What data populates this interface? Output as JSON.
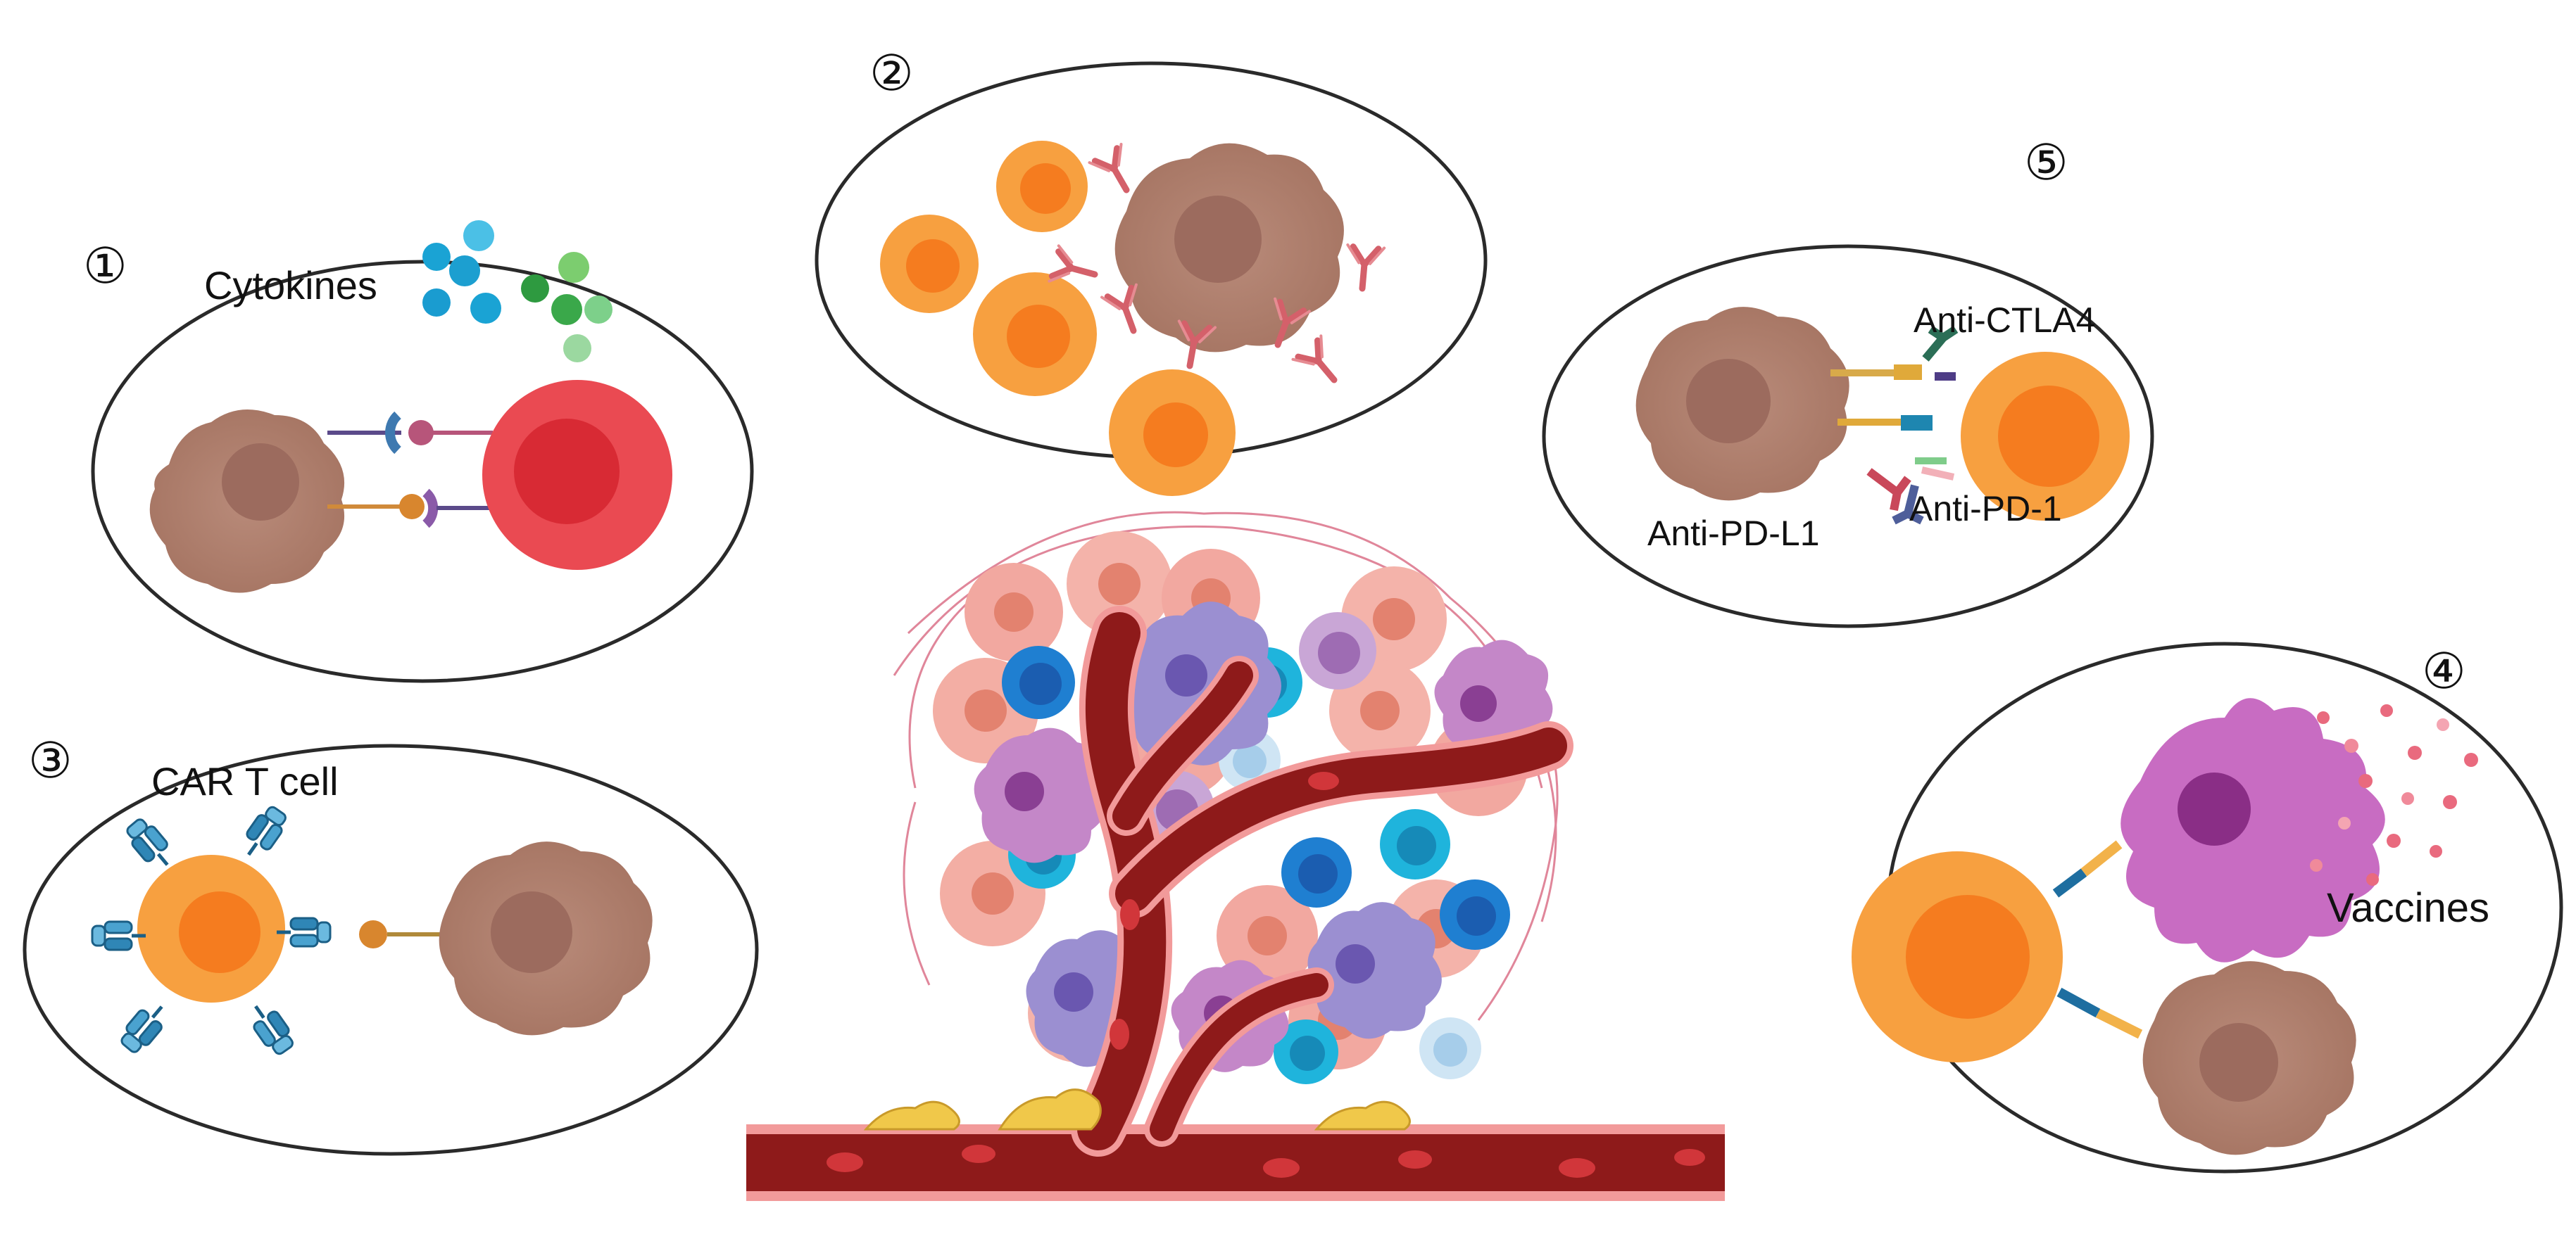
{
  "panels": {
    "p1": {
      "number": "①",
      "label": "Cytokines"
    },
    "p2": {
      "number": "②"
    },
    "p3": {
      "number": "③",
      "label": "CAR T cell"
    },
    "p4": {
      "number": "④",
      "label": "Vaccines"
    },
    "p5": {
      "number": "⑤",
      "label_ctla4": "Anti-CTLA4",
      "label_pdl1": "Anti-PD-L1",
      "label_pd1": "Anti-PD-1"
    }
  },
  "colors": {
    "tumor_cell": "#b08474",
    "tumor_nucleus": "#9c6b5e",
    "t_cell": "#f7a040",
    "t_cell_nucleus": "#f57c1f",
    "nk_cell": "#ea4a52",
    "nk_nucleus": "#d82a34",
    "antibody": "#d8666d",
    "cytokine_blue": "#1aa3d4",
    "cytokine_green": "#3aa84a",
    "car_receptor": "#2f86b6",
    "dendritic_cell": "#c86cc2",
    "vessel": "#8e1a1a",
    "vaccine_dot": "#e96a7e"
  },
  "icons": [
    "tumor-cell-icon",
    "t-cell-icon",
    "nk-cell-icon",
    "antibody-icon",
    "cytokine-icon",
    "car-receptor-icon",
    "dendritic-cell-icon",
    "blood-vessel-icon"
  ]
}
